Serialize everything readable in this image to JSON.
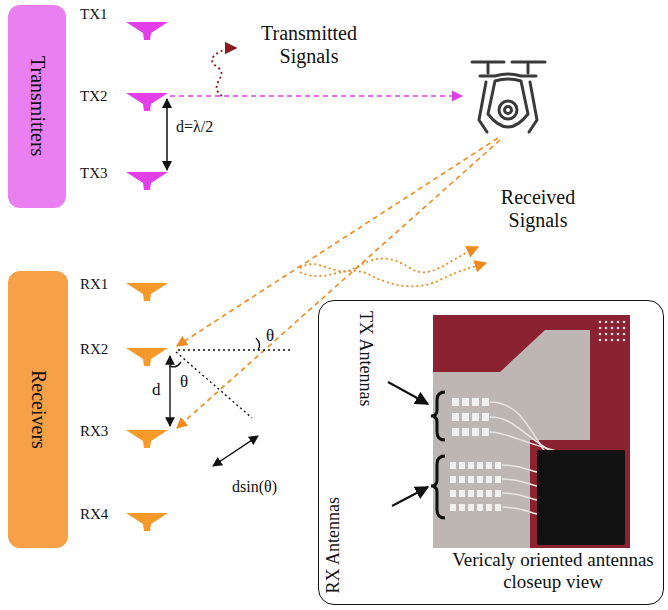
{
  "diagram": {
    "nodes": [
      {
        "text": [
          "Transmitters"
        ]
      },
      {
        "text": [
          "Receivers"
        ]
      },
      {
        "text": [
          "TX Antennas",
          "RX Antennas",
          "Vericaly oriented antennas closeup view"
        ]
      }
    ],
    "labels": [
      "TX1",
      "TX2",
      "TX3",
      "d=λ/2",
      "Transmitted Signals",
      "Received Signals",
      "RX1",
      "RX2",
      "RX3",
      "RX4",
      "θ",
      "θ",
      "d",
      "dsin(θ)"
    ]
  }
}
